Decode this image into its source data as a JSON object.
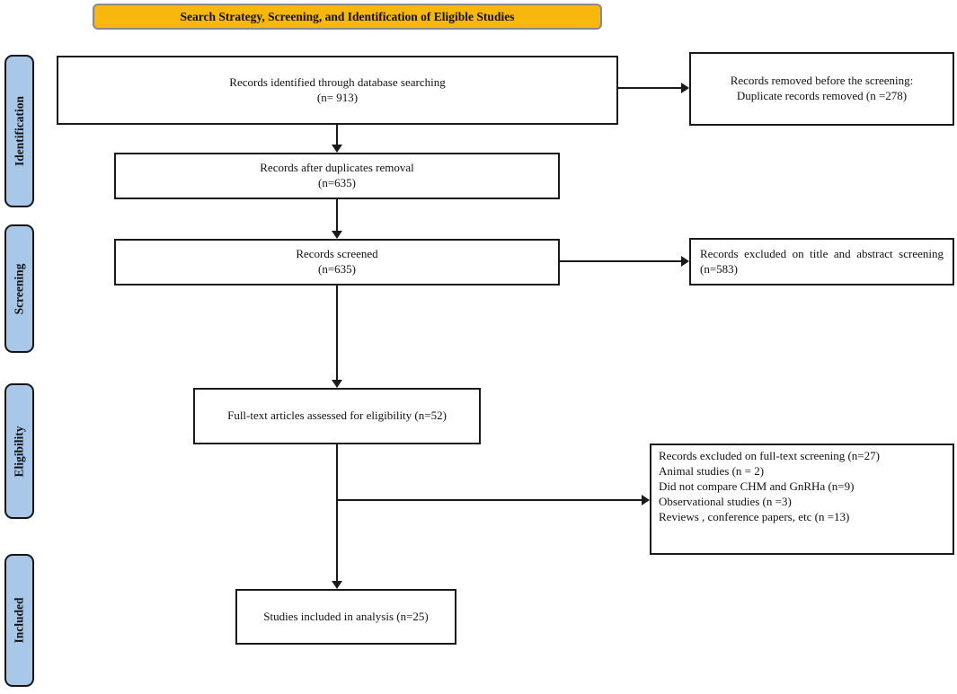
{
  "title": "Search Strategy, Screening, and Identification of Eligible Studies",
  "stages": [
    {
      "label": "Identification"
    },
    {
      "label": "Screening"
    },
    {
      "label": "Eligibility"
    },
    {
      "label": "Included"
    }
  ],
  "boxes": {
    "identified": {
      "line1": "Records identified through database searching",
      "line2": "(n= 913)"
    },
    "removed_before_screening": {
      "line1": "Records removed before the screening:",
      "line2": "Duplicate records removed (n =278)"
    },
    "after_duplicates": {
      "line1": "Records after duplicates removal",
      "line2": "(n=635)"
    },
    "screened": {
      "line1": "Records screened",
      "line2": "(n=635)"
    },
    "excluded_title_abstract": {
      "text": "Records excluded on title and abstract screening (n=583)"
    },
    "fulltext_assessed": {
      "text": "Full-text articles assessed for eligibility (n=52)"
    },
    "excluded_fulltext": {
      "lines": [
        "Records excluded on full-text screening (n=27)",
        "Animal studies (n = 2)",
        "Did not compare CHM and GnRHa (n=9)",
        "Observational studies (n =3)",
        "Reviews , conference papers, etc (n =13)"
      ]
    },
    "included_analysis": {
      "text": "Studies included in analysis (n=25)"
    }
  },
  "colors": {
    "title_bg": "#F8B70D",
    "title_border": "#8A8A8A",
    "stage_bg": "#A9C7E9",
    "box_border": "#1A1A1A",
    "arrow": "#1A1A1A"
  }
}
